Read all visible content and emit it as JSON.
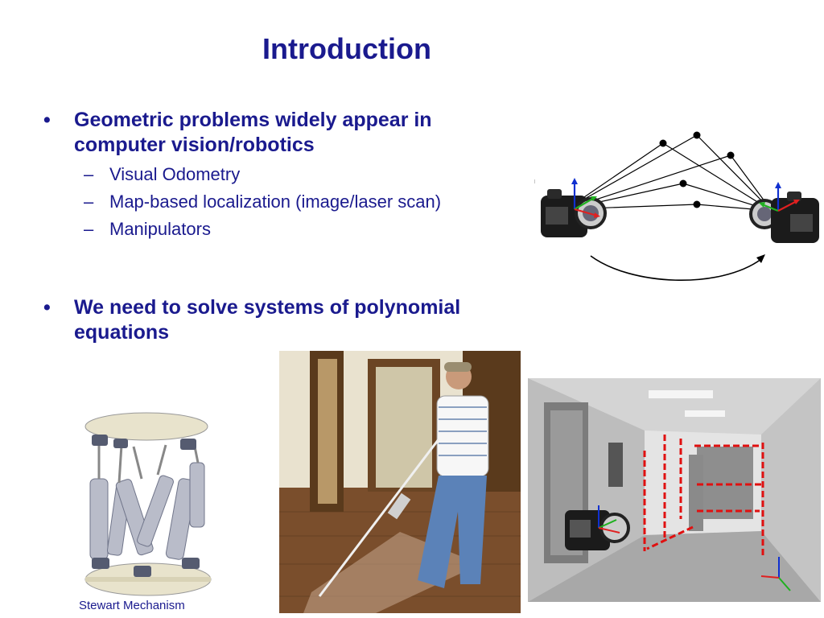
{
  "slide": {
    "title": "Introduction",
    "bullets": [
      {
        "text": "Geometric problems widely appear in computer vision/robotics",
        "subitems": [
          "Visual Odometry",
          "Map-based localization (image/laser scan)",
          "Manipulators"
        ]
      },
      {
        "text": "We need to solve systems of polynomial equations",
        "subitems": []
      }
    ],
    "bullet_glyph": "•",
    "sub_glyph": "–"
  },
  "figures": {
    "stewart_caption": "Stewart Mechanism",
    "diagram_icons": [
      "camera-icon",
      "axis-icon",
      "landmark-point-icon",
      "motion-arrow-icon"
    ]
  },
  "colors": {
    "text": "#1a1a8e",
    "axis_x": "#e02020",
    "axis_y": "#20b020",
    "axis_z": "#1030d0",
    "line_marks": "#e01010"
  }
}
